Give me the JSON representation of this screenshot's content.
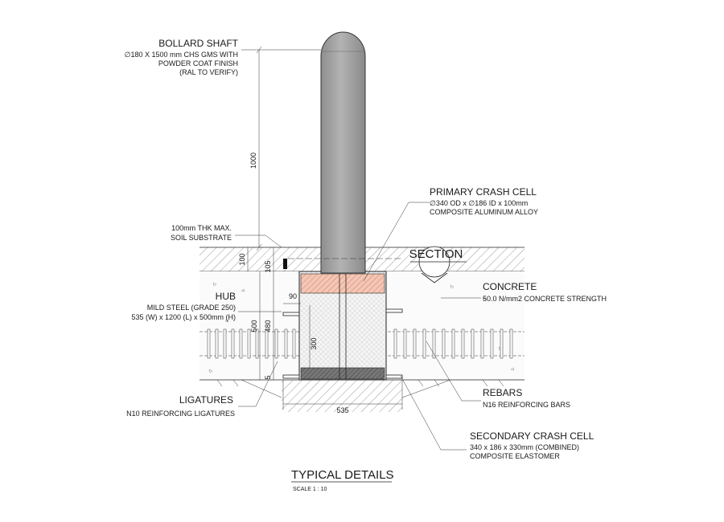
{
  "labels": {
    "bollard_title": "BOLLARD SHAFT",
    "bollard_line1": "∅180 X 1500 mm CHS GMS WITH",
    "bollard_line2": "POWDER COAT FINISH",
    "bollard_line3": "(RAL TO VERIFY)",
    "soil_line1": "100mm THK MAX.",
    "soil_line2": "SOIL SUBSTRATE",
    "hub_title": "HUB",
    "hub_line1": "MILD STEEL (GRADE 250)",
    "hub_line2": "535 (W) x 1200 (L) x 500mm (H)",
    "lig_title": "LIGATURES",
    "lig_line1": "N10 REINFORCING LIGATURES",
    "primary_title": "PRIMARY CRASH CELL",
    "primary_line1": "∅340 OD x ∅186 ID x 100mm",
    "primary_line2": "COMPOSITE ALUMINUM ALLOY",
    "section": "SECTION",
    "concrete_title": "CONCRETE",
    "concrete_line1": "50.0 N/mm2 CONCRETE STRENGTH",
    "rebars_title": "REBARS",
    "rebars_line1": "N16 REINFORCING BARS",
    "secondary_title": "SECONDARY CRASH CELL",
    "secondary_line1": "340 x 186 x 330mm (COMBINED)",
    "secondary_line2": "COMPOSITE ELASTOMER",
    "main_title": "TYPICAL DETAILS",
    "scale": "SCALE 1 : 10"
  },
  "dimensions": {
    "d1000": "1000",
    "d100": "100",
    "d105": "105",
    "d90": "90",
    "d300": "300",
    "d480": "480",
    "d500": "500",
    "d5": "5",
    "d535": "535"
  },
  "colors": {
    "shaft": "#a9a9a9",
    "primary_cell": "#e8a48a",
    "secondary_cell": "#6f6f6f",
    "concrete": "#f2f2f2",
    "line": "#222222"
  }
}
